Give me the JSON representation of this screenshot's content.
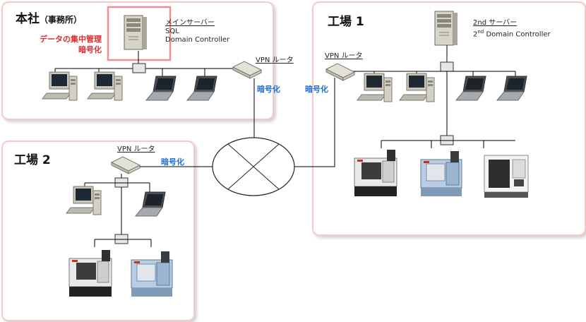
{
  "hq": {
    "title_main": "本社",
    "title_sub": "（事務所）",
    "note_line1": "データの集中管理",
    "note_line2": "暗号化",
    "server_label": "メインサーバー",
    "server_line2": "SQL",
    "server_line3": "Domain Controller",
    "router_label": "VPN ルータ",
    "encrypt": "暗号化"
  },
  "factory1": {
    "title": "工場 1",
    "server_label": "2nd サーバー",
    "server_line2_num": "2",
    "server_line2_sup": "nd",
    "server_line2_rest": " Domain Controller",
    "router_label": "VPN ルータ",
    "encrypt": "暗号化"
  },
  "factory2": {
    "title": "工場 2",
    "router_label": "VPN ルータ",
    "encrypt": "暗号化"
  },
  "colors": {
    "panel_border": "#f6c9c9",
    "highlight_border": "#ef8f8f",
    "encrypt_text": "#1f6fd6",
    "note_text": "#e02a2a"
  }
}
